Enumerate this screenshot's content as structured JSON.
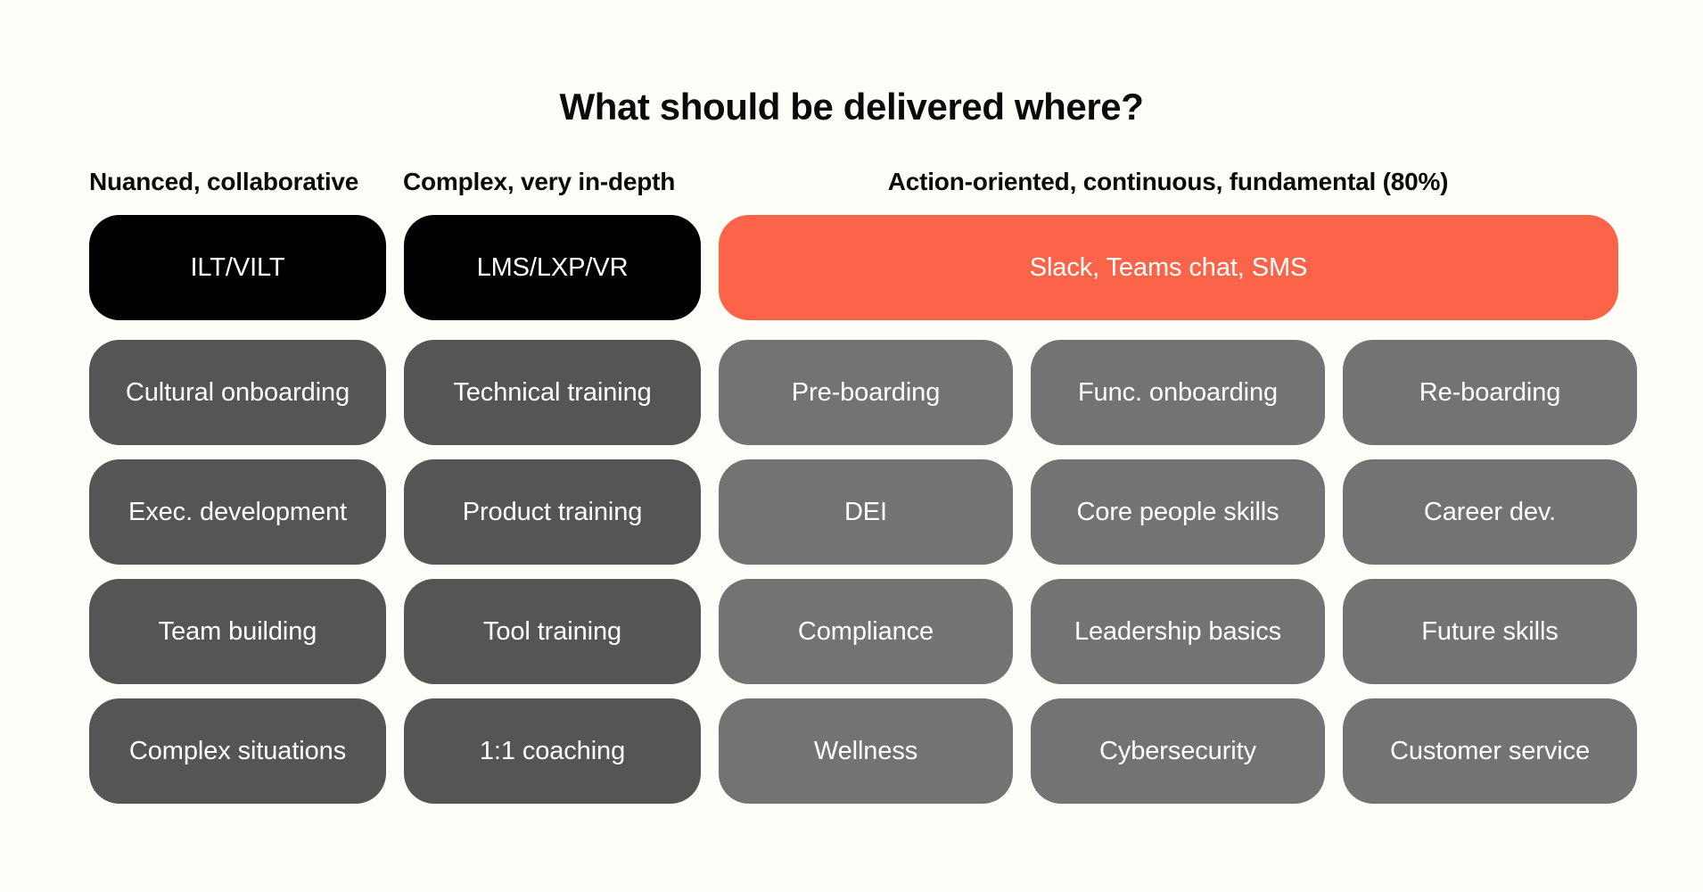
{
  "page": {
    "title": "What should be delivered where?",
    "background_color": "#FDFEF8"
  },
  "colors": {
    "black_pill": "#000000",
    "orange_pill": "#FC6449",
    "dark_gray_pill": "#555555",
    "mid_gray_pill": "#737373",
    "text_on_pill": "#FFFFFF",
    "heading_text": "#0A0A0A"
  },
  "column_groups": [
    {
      "id": "nuanced",
      "label": "Nuanced, collaborative"
    },
    {
      "id": "complex",
      "label": "Complex, very in-depth"
    },
    {
      "id": "action",
      "label": "Action-oriented, continuous, fundamental (80%)"
    }
  ],
  "channel_row": [
    {
      "label": "ILT/VILT",
      "style": "black",
      "span": 1
    },
    {
      "label": "LMS/LXP/VR",
      "style": "black",
      "span": 1
    },
    {
      "label": "Slack, Teams chat, SMS",
      "style": "orange",
      "span": 3
    }
  ],
  "topic_rows": [
    [
      {
        "label": "Cultural onboarding",
        "style": "dark"
      },
      {
        "label": "Technical training",
        "style": "dark"
      },
      {
        "label": "Pre-boarding",
        "style": "mid"
      },
      {
        "label": "Func. onboarding",
        "style": "mid"
      },
      {
        "label": "Re-boarding",
        "style": "mid"
      }
    ],
    [
      {
        "label": "Exec. development",
        "style": "dark"
      },
      {
        "label": "Product training",
        "style": "dark"
      },
      {
        "label": "DEI",
        "style": "mid"
      },
      {
        "label": "Core people skills",
        "style": "mid"
      },
      {
        "label": "Career dev.",
        "style": "mid"
      }
    ],
    [
      {
        "label": "Team building",
        "style": "dark"
      },
      {
        "label": "Tool training",
        "style": "dark"
      },
      {
        "label": "Compliance",
        "style": "mid"
      },
      {
        "label": "Leadership basics",
        "style": "mid"
      },
      {
        "label": "Future skills",
        "style": "mid"
      }
    ],
    [
      {
        "label": "Complex situations",
        "style": "dark"
      },
      {
        "label": "1:1 coaching",
        "style": "dark"
      },
      {
        "label": "Wellness",
        "style": "mid"
      },
      {
        "label": "Cybersecurity",
        "style": "mid"
      },
      {
        "label": "Customer service",
        "style": "mid"
      }
    ]
  ]
}
